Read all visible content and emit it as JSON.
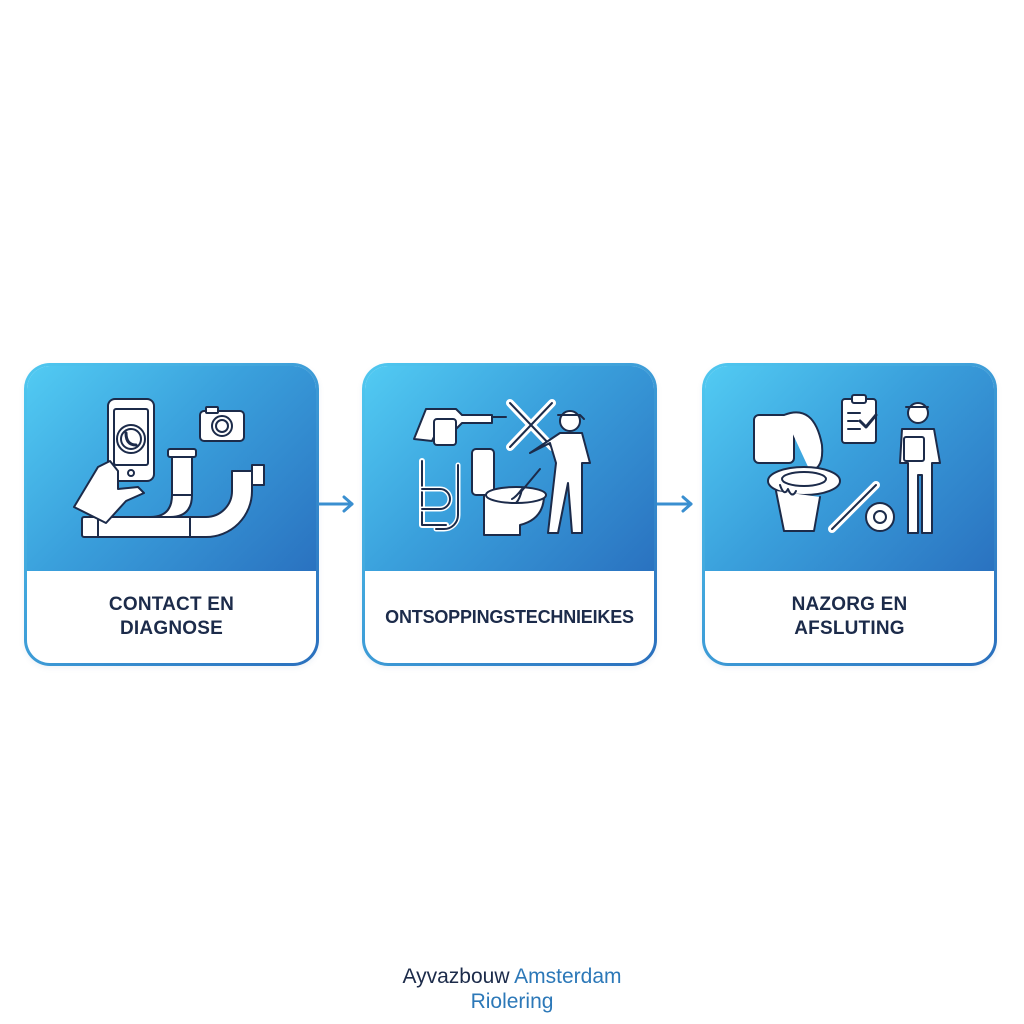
{
  "steps": [
    {
      "label": "CONTACT EN DIAGNOSE",
      "label_line1": "CONTACT EN",
      "label_line2": "DIAGNOSE",
      "icons": [
        "hand-phone-icon",
        "camera-icon",
        "pipe-icon"
      ]
    },
    {
      "label": "ONTSOPPINGSTECHNIEIKES",
      "icons": [
        "drain-gun-icon",
        "crossed-wrenches-icon",
        "pipes-icon",
        "toilet-icon",
        "plumber-icon"
      ]
    },
    {
      "label": "NAZORG EN AFSLUTING",
      "label_line1": "NAZORG EN",
      "label_line2": "AFSLUTING",
      "icons": [
        "toilet-icon",
        "clipboard-check-icon",
        "wrench-gear-icon",
        "technician-icon"
      ]
    }
  ],
  "connectors": [
    "arrow-right",
    "arrow-right"
  ],
  "brand": {
    "part1": "Ayvazbouw",
    "part2": "Amsterdam",
    "line2": "Riolering"
  },
  "colors": {
    "gradient_start": "#52cbf3",
    "gradient_end": "#2a72c0",
    "label_text": "#1c2b4a",
    "brand_accent": "#2c78b8",
    "arrow": "#3a8fd0"
  }
}
